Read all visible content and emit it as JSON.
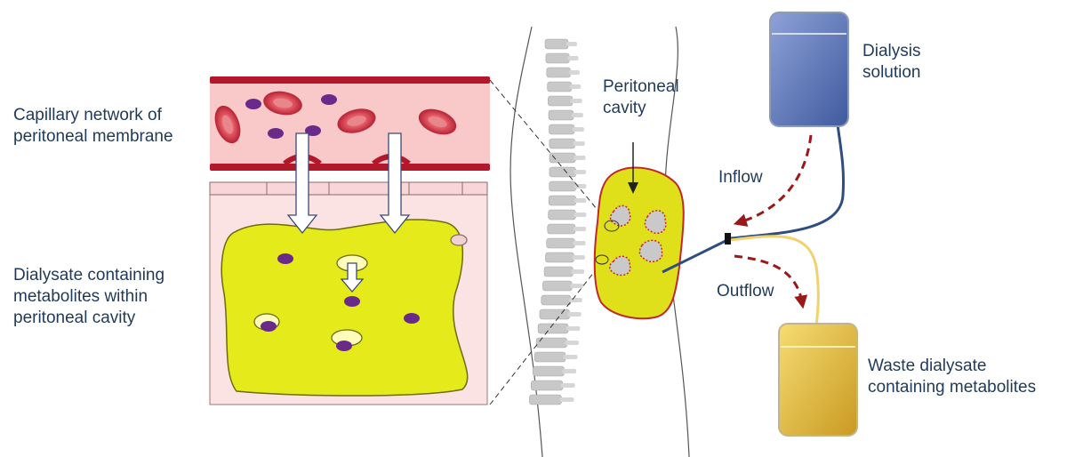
{
  "labels": {
    "capillary": [
      "Capillary network of",
      "peritoneal membrane"
    ],
    "dialysate": [
      "Dialysate containing",
      "metabolites within",
      "peritoneal cavity"
    ],
    "peritoneal_cavity": [
      "Peritoneal",
      "cavity"
    ],
    "dialysis_solution": [
      "Dialysis",
      "solution"
    ],
    "inflow": "Inflow",
    "outflow": "Outflow",
    "waste": [
      "Waste dialysate",
      "containing metabolites"
    ]
  },
  "colors": {
    "text": "#1f3a5a",
    "vessel_wall": "#b3182a",
    "vessel_lumen": "#f9c9c9",
    "rbc": "#d64550",
    "metabolite": "#6a2a8a",
    "dialysate": "#e5ea1a",
    "cavity_outline": "#c0282a",
    "solution_bag": "#5a72b5",
    "waste_bag": "#e8b93a",
    "arrow_red": "#9a1818",
    "tube_blue": "#2f4d80",
    "tube_yellow": "#f0d270"
  }
}
